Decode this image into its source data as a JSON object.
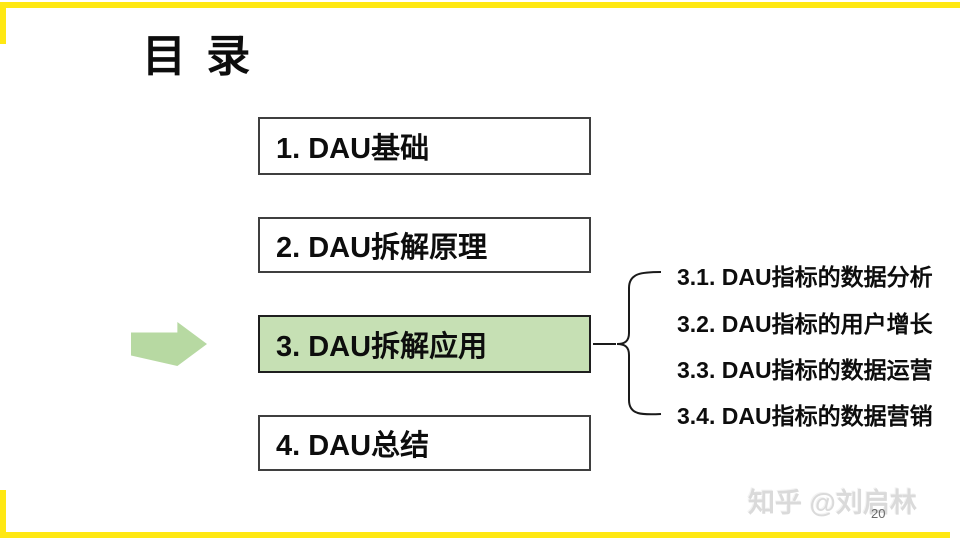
{
  "slide": {
    "title": "目 录",
    "page_number": "20",
    "watermark": "知乎 @刘启林"
  },
  "toc": {
    "items": [
      {
        "label": "1. DAU基础",
        "highlighted": false
      },
      {
        "label": "2. DAU拆解原理",
        "highlighted": false
      },
      {
        "label": "3. DAU拆解应用",
        "highlighted": true
      },
      {
        "label": "4. DAU总结",
        "highlighted": false
      }
    ],
    "sub_items": [
      "3.1. DAU指标的数据分析",
      "3.2. DAU指标的用户增长",
      "3.3. DAU指标的数据运营",
      "3.4. DAU指标的数据营销"
    ]
  },
  "colors": {
    "highlight_fill": "#c6e0b4",
    "arrow_fill": "#b7d9a2",
    "frame_yellow": "#ffe813",
    "box_border": "#3f3f3f",
    "text_black": "#0d0d0d",
    "watermark_gray": "#dadada",
    "page_number_gray": "#6b6b6b"
  }
}
